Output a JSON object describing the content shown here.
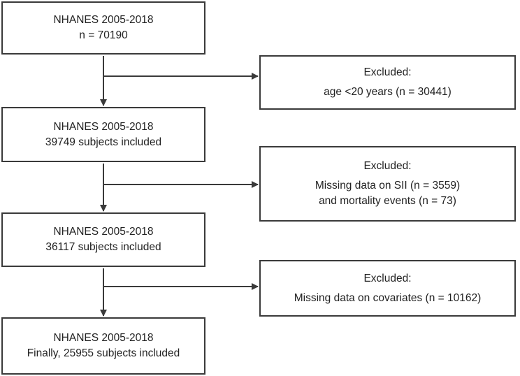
{
  "main_boxes": [
    {
      "line1": "NHANES 2005-2018",
      "line2": "n = 70190"
    },
    {
      "line1": "NHANES 2005-2018",
      "line2": "39749 subjects included"
    },
    {
      "line1": "NHANES 2005-2018",
      "line2": "36117 subjects included"
    },
    {
      "line1": "NHANES 2005-2018",
      "line2": "Finally, 25955 subjects included"
    }
  ],
  "excluded_boxes": [
    {
      "title": "Excluded:",
      "lines": [
        "age <20 years (n = 30441)"
      ]
    },
    {
      "title": "Excluded:",
      "lines": [
        "Missing data on SII (n = 3559)",
        "and mortality events (n = 73)"
      ]
    },
    {
      "title": "Excluded:",
      "lines": [
        "Missing data on covariates (n = 10162)"
      ]
    }
  ],
  "colors": {
    "line": "#3a3a3a",
    "box_border": "#3a3a3a",
    "text": "#222222",
    "background": "#ffffff"
  }
}
